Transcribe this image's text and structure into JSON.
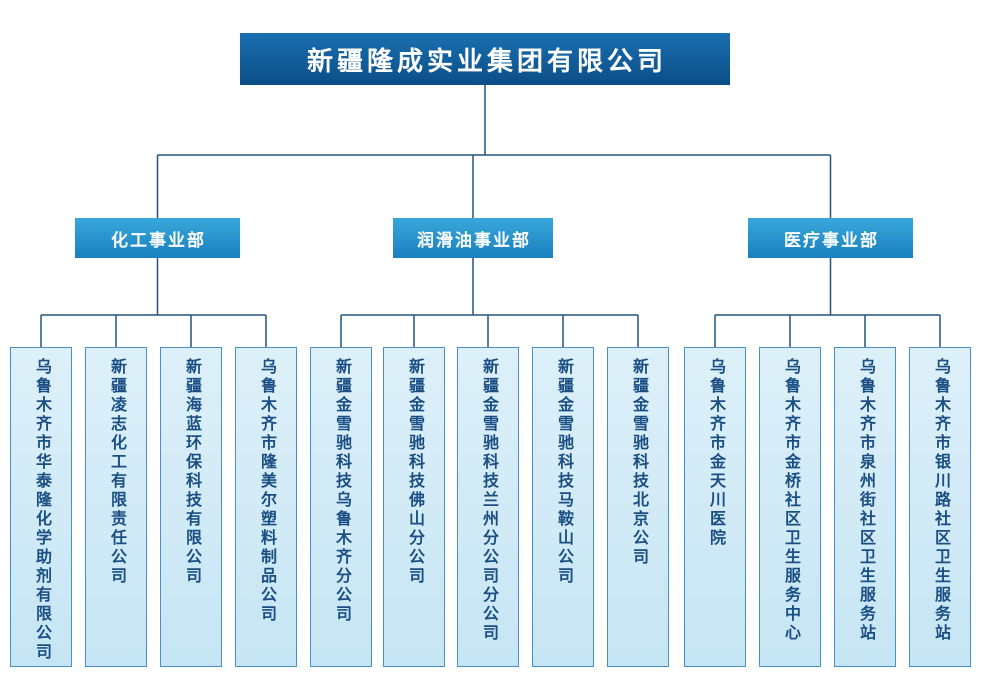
{
  "org": {
    "root": {
      "label": "新疆隆成实业集团有限公司"
    },
    "divisions": [
      {
        "label": "化工事业部",
        "children": [
          "乌鲁木齐市华泰隆化学助剂有限公司",
          "新疆凌志化工有限责任公司",
          "新疆海蓝环保科技有限公司",
          "乌鲁木齐市隆美尔塑料制品公司"
        ]
      },
      {
        "label": "润滑油事业部",
        "children": [
          "新疆金雪驰科技乌鲁木齐分公司",
          "新疆金雪驰科技佛山分公司",
          "新疆金雪驰科技兰州分公司分公司",
          "新疆金雪驰科技马鞍山公司",
          "新疆金雪驰科技北京公司"
        ]
      },
      {
        "label": "医疗事业部",
        "children": [
          "乌鲁木齐市金天川医院",
          "乌鲁木齐市金桥社区卫生服务中心",
          "乌鲁木齐市泉州街社区卫生服务站",
          "乌鲁木齐市银川路社区卫生服务站"
        ]
      }
    ],
    "colors": {
      "root_bg_top": "#1a6fb0",
      "root_bg_bottom": "#0b4e88",
      "division_bg_top": "#38a7db",
      "division_bg_bottom": "#1a80bf",
      "child_bg_top": "#ddf0f9",
      "child_bg_bottom": "#c6e5f4",
      "child_border": "#4a8fc7",
      "child_text": "#1b4f84",
      "line": "#24547e"
    }
  }
}
